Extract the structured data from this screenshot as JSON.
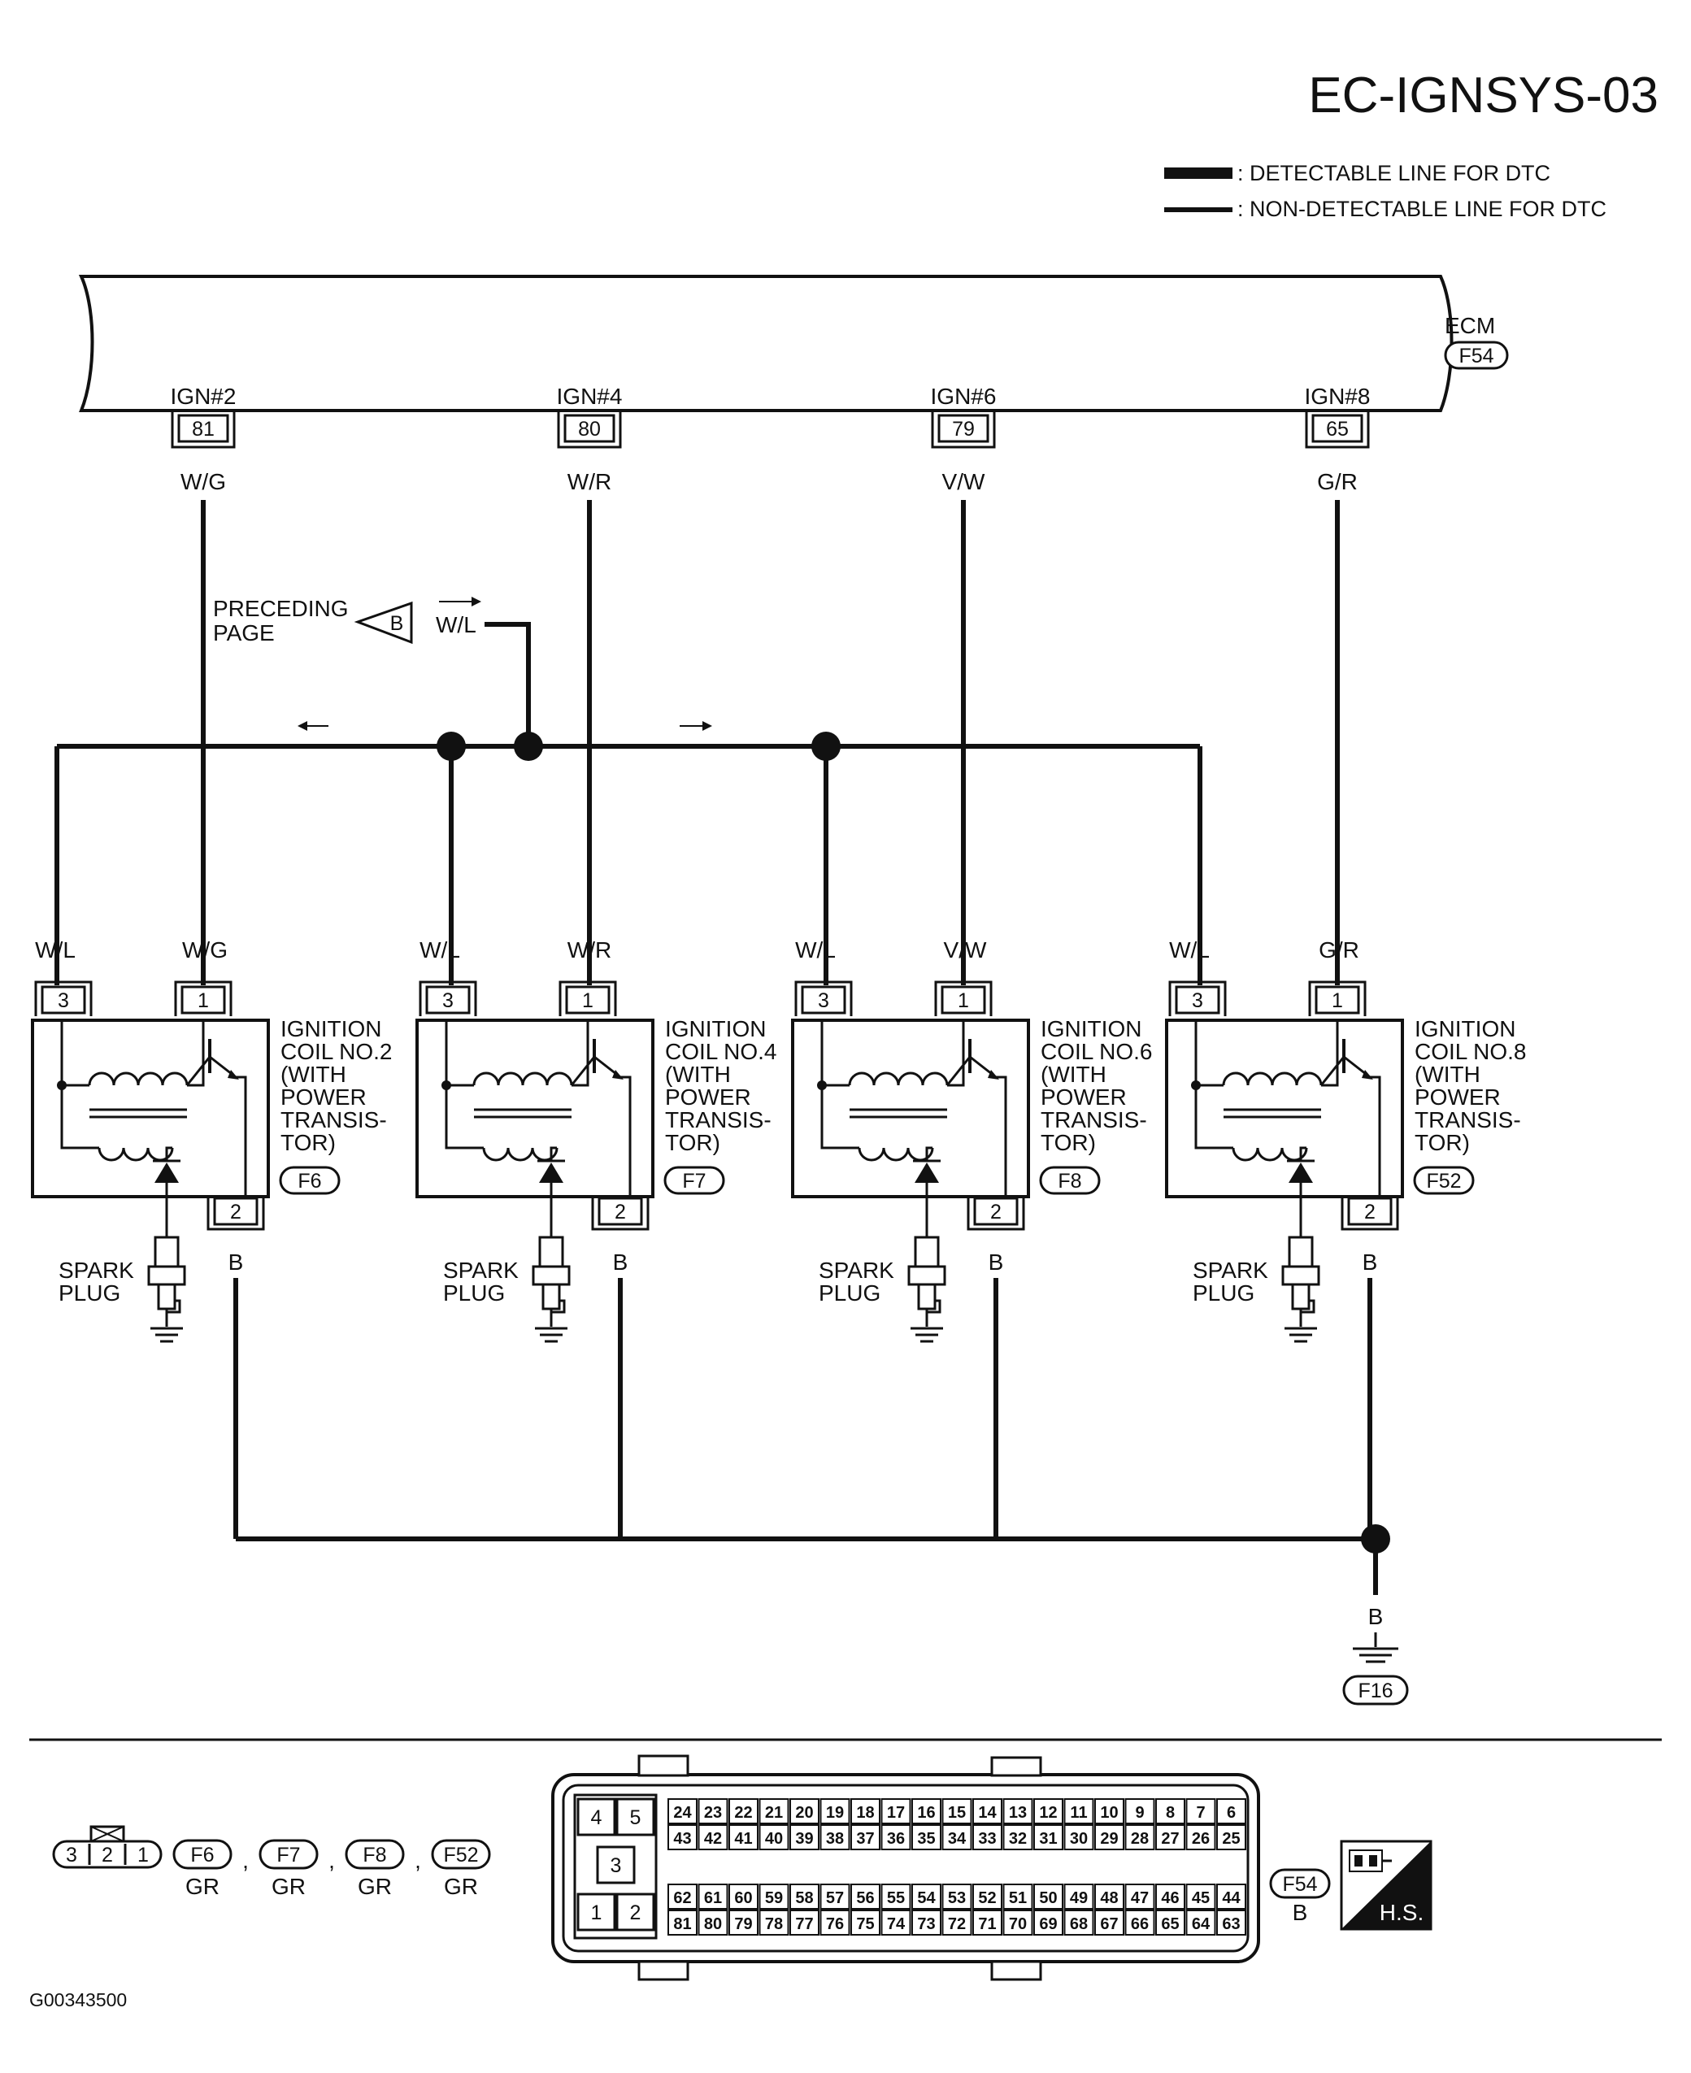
{
  "title": "EC-IGNSYS-03",
  "legend": {
    "detectable": ": DETECTABLE LINE FOR DTC",
    "non_detectable": ": NON-DETECTABLE LINE FOR DTC"
  },
  "ecm": {
    "label": "ECM",
    "connector": "F54"
  },
  "terminals": [
    {
      "name": "IGN#2",
      "pin": "81",
      "wire": "W/G"
    },
    {
      "name": "IGN#4",
      "pin": "80",
      "wire": "W/R"
    },
    {
      "name": "IGN#6",
      "pin": "79",
      "wire": "V/W"
    },
    {
      "name": "IGN#8",
      "pin": "65",
      "wire": "G/R"
    }
  ],
  "preceding": {
    "line1": "PRECEDING",
    "line2": "PAGE",
    "ref": "B",
    "wire": "W/L"
  },
  "coils": [
    {
      "lines": [
        "IGNITION",
        "COIL NO.2",
        "(WITH",
        " POWER",
        " TRANSIS-",
        " TOR)"
      ],
      "connector": "F6",
      "pin3": "3",
      "pin1": "1",
      "pin2": "2",
      "wire_top_left": "W/L",
      "wire_top_right": "W/G",
      "wire_bottom": "B",
      "plug_line1": "SPARK",
      "plug_line2": "PLUG"
    },
    {
      "lines": [
        "IGNITION",
        "COIL NO.4",
        "(WITH",
        " POWER",
        " TRANSIS-",
        " TOR)"
      ],
      "connector": "F7",
      "pin3": "3",
      "pin1": "1",
      "pin2": "2",
      "wire_top_left": "W/L",
      "wire_top_right": "W/R",
      "wire_bottom": "B",
      "plug_line1": "SPARK",
      "plug_line2": "PLUG"
    },
    {
      "lines": [
        "IGNITION",
        "COIL NO.6",
        "(WITH",
        " POWER",
        " TRANSIS-",
        " TOR)"
      ],
      "connector": "F8",
      "pin3": "3",
      "pin1": "1",
      "pin2": "2",
      "wire_top_left": "W/L",
      "wire_top_right": "V/W",
      "wire_bottom": "B",
      "plug_line1": "SPARK",
      "plug_line2": "PLUG"
    },
    {
      "lines": [
        "IGNITION",
        "COIL NO.8",
        "(WITH",
        " POWER",
        " TRANSIS-",
        " TOR)"
      ],
      "connector": "F52",
      "pin3": "3",
      "pin1": "1",
      "pin2": "2",
      "wire_top_left": "W/L",
      "wire_top_right": "G/R",
      "wire_bottom": "B",
      "plug_line1": "SPARK",
      "plug_line2": "PLUG"
    }
  ],
  "ground": {
    "wire": "B",
    "connector": "F16"
  },
  "connector_views": {
    "small_pins": [
      "3",
      "2",
      "1"
    ],
    "small_connectors": [
      {
        "id": "F6",
        "color": "GR"
      },
      {
        "id": "F7",
        "color": "GR"
      },
      {
        "id": "F8",
        "color": "GR"
      },
      {
        "id": "F52",
        "color": "GR"
      }
    ],
    "separators": [
      ",",
      ",",
      ","
    ],
    "ecm_left_pins": [
      "4",
      "5",
      "3",
      "1",
      "2"
    ],
    "ecm_row1": [
      "24",
      "23",
      "22",
      "21",
      "20",
      "19",
      "18",
      "17",
      "16",
      "15",
      "14",
      "13",
      "12",
      "11",
      "10",
      "9",
      "8",
      "7",
      "6"
    ],
    "ecm_row2": [
      "43",
      "42",
      "41",
      "40",
      "39",
      "38",
      "37",
      "36",
      "35",
      "34",
      "33",
      "32",
      "31",
      "30",
      "29",
      "28",
      "27",
      "26",
      "25"
    ],
    "ecm_row3": [
      "62",
      "61",
      "60",
      "59",
      "58",
      "57",
      "56",
      "55",
      "54",
      "53",
      "52",
      "51",
      "50",
      "49",
      "48",
      "47",
      "46",
      "45",
      "44"
    ],
    "ecm_row4": [
      "81",
      "80",
      "79",
      "78",
      "77",
      "76",
      "75",
      "74",
      "73",
      "72",
      "71",
      "70",
      "69",
      "68",
      "67",
      "66",
      "65",
      "64",
      "63"
    ],
    "ecm_connector": "F54",
    "ecm_color": "B",
    "hs_label": "H.S."
  },
  "footer_code": "G00343500"
}
